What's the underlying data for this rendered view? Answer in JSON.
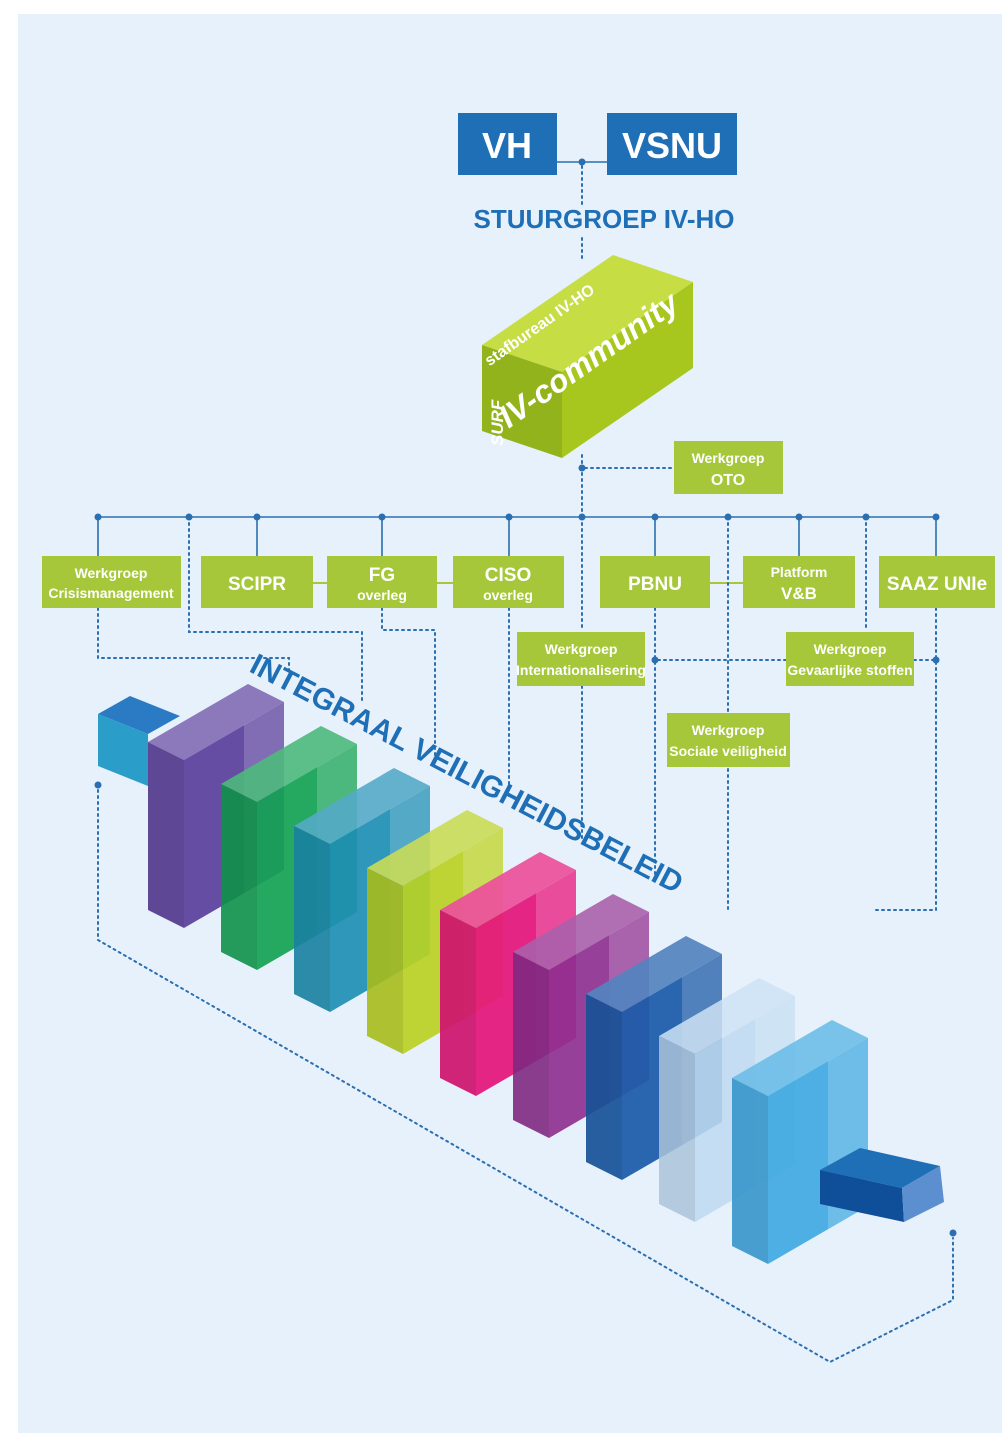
{
  "colors": {
    "background": "#e7f1fb",
    "primary_blue": "#1f6fb6",
    "green_box": "#a6c73a",
    "lime": "#b3d128",
    "connector": "#2b6fb0",
    "slab_purple": "#5b3f9c",
    "slab_green": "#10a150",
    "slab_teal": "#1b8db3",
    "slab_lime": "#b8d01e",
    "slab_magenta": "#e5147a",
    "slab_violet": "#8d2c8f",
    "slab_darkblue": "#1a5aa8",
    "slab_pale": "#bdd9f0",
    "slab_sky": "#3ca7e0"
  },
  "top": {
    "vh": "VH",
    "vsnu": "VSNU",
    "stuurgroep": "STUURGROEP IV-HO"
  },
  "community": {
    "stafbureau": "stafbureau IV-HO",
    "title": "IV-community",
    "surf": "SURF"
  },
  "oto": {
    "line1": "Werkgroep",
    "line2": "OTO"
  },
  "groups": {
    "crisis": {
      "line1": "Werkgroep",
      "line2": "Crisismanagement"
    },
    "scipr": {
      "line1": "SCIPR"
    },
    "fg": {
      "line1": "FG",
      "line2": "overleg"
    },
    "ciso": {
      "line1": "CISO",
      "line2": "overleg"
    },
    "pbnu": {
      "line1": "PBNU"
    },
    "platform": {
      "line1": "Platform",
      "line2": "V&B"
    },
    "saaz": {
      "line1": "SAAZ UNIe"
    },
    "intern": {
      "line1": "Werkgroep",
      "line2": "Internationalisering"
    },
    "gevaar": {
      "line1": "Werkgroep",
      "line2": "Gevaarlijke stoffen"
    },
    "sociaal": {
      "line1": "Werkgroep",
      "line2": "Sociale veiligheid"
    }
  },
  "bottom_label": "INTEGRAAL VEILIGHEIDSBELEID"
}
